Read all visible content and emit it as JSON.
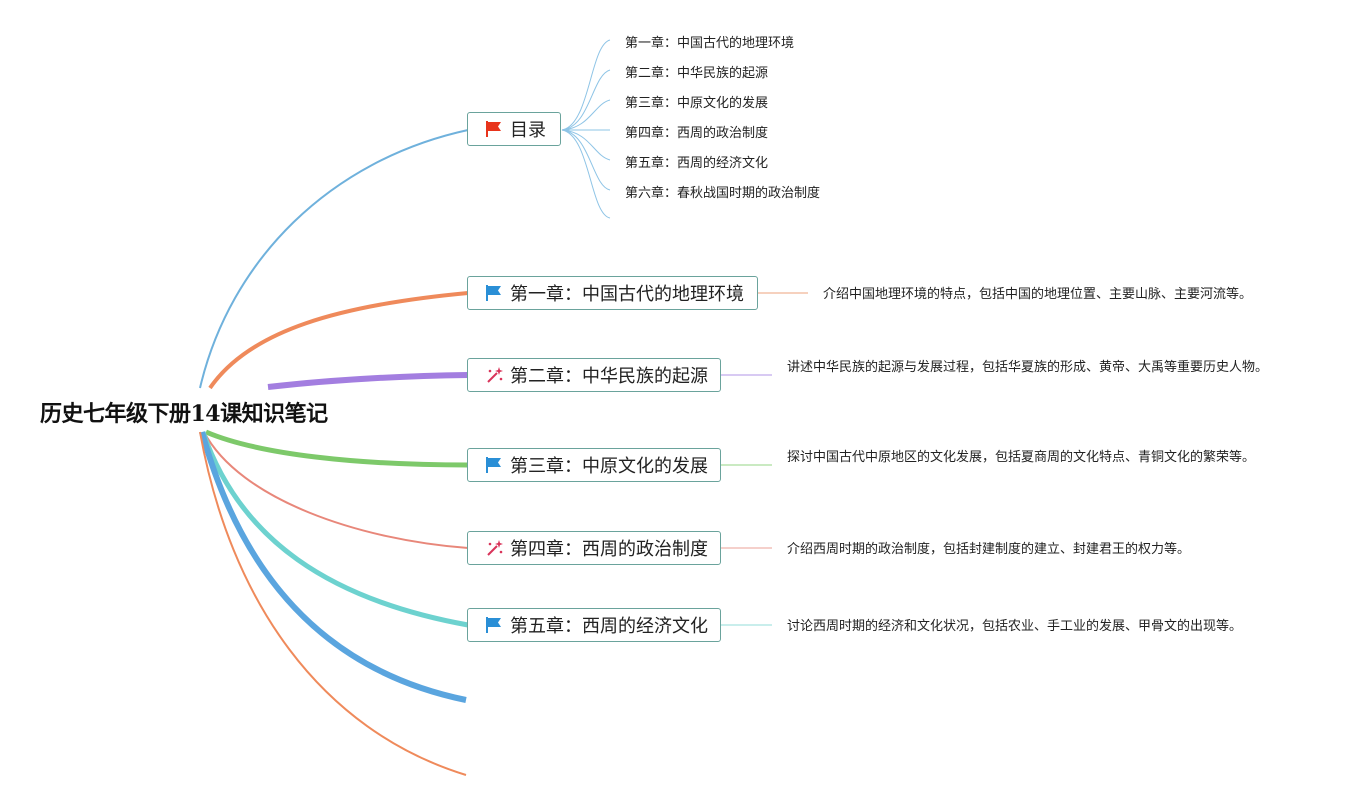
{
  "root": {
    "title": "历史七年级下册14课知识笔记"
  },
  "toc": {
    "label": "目录",
    "icon": "red-flag-icon",
    "items": [
      "第一章：中国古代的地理环境",
      "第二章：中华民族的起源",
      "第三章：中原文化的发展",
      "第四章：西周的政治制度",
      "第五章：西周的经济文化",
      "第六章：春秋战国时期的政治制度"
    ]
  },
  "chapters": [
    {
      "label": "第一章：中国古代的地理环境",
      "icon": "blue-flag-icon",
      "color": "#ef8a5b",
      "desc": "介绍中国地理环境的特点，包括中国的地理位置、主要山脉、主要河流等。"
    },
    {
      "label": "第二章：中华民族的起源",
      "icon": "sparkle-wand-icon",
      "color": "#a37ee0",
      "desc": "讲述中华民族的起源与发展过程，包括华夏族的形成、黄帝、大禹等重要历史人物。"
    },
    {
      "label": "第三章：中原文化的发展",
      "icon": "blue-flag-icon",
      "color": "#7dc96a",
      "desc": "探讨中国古代中原地区的文化发展，包括夏商周的文化特点、青铜文化的繁荣等。"
    },
    {
      "label": "第四章：西周的政治制度",
      "icon": "sparkle-wand-icon",
      "color": "#e8877a",
      "desc": "介绍西周时期的政治制度，包括封建制度的建立、封建君王的权力等。"
    },
    {
      "label": "第五章：西周的经济文化",
      "icon": "blue-flag-icon",
      "color": "#6dd2cf",
      "desc": "讨论西周时期的经济和文化状况，包括农业、手工业的发展、甲骨文的出现等。"
    }
  ],
  "colors": {
    "toc_branch": "#6fb1dc",
    "empty_branch_1": "#5aa5df",
    "empty_branch_2": "#ef8a5b",
    "node_border": "#6aa39c",
    "red_flag": "#e8341c",
    "blue_flag": "#2a8fd6",
    "wand": "#d9345a"
  }
}
